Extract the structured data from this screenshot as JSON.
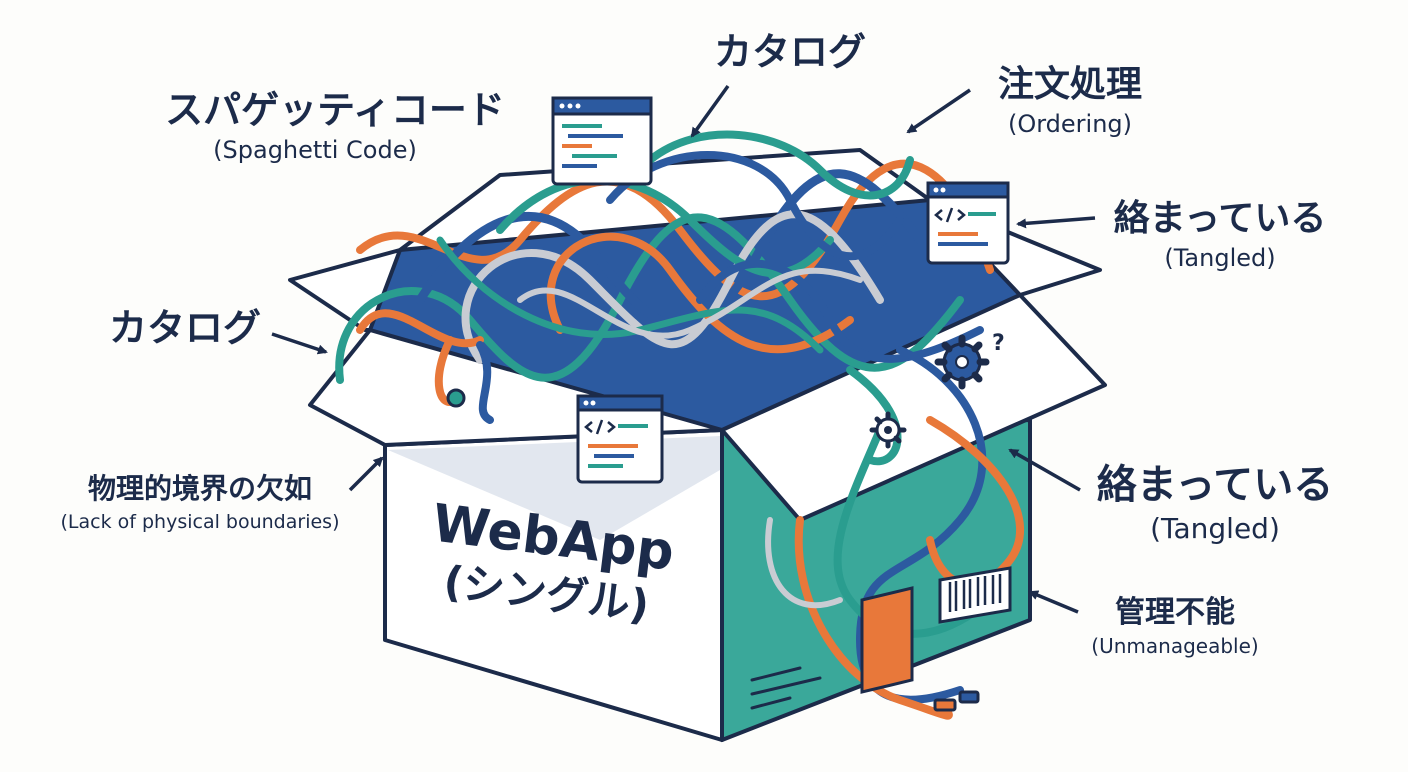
{
  "box": {
    "title": "WebApp",
    "subtitle": "(シングル)"
  },
  "labels": {
    "spaghetti": {
      "jp": "スパゲッティコード",
      "en": "(Spaghetti Code)"
    },
    "catalog_top": {
      "jp": "カタログ"
    },
    "ordering": {
      "jp": "注文処理",
      "en": "(Ordering)"
    },
    "tangled_upper": {
      "jp": "絡まっている",
      "en": "(Tangled)"
    },
    "catalog_left": {
      "jp": "カタログ"
    },
    "boundaries": {
      "jp": "物理的境界の欠如",
      "en": "(Lack of physical boundaries)"
    },
    "tangled_lower": {
      "jp": "絡まっている",
      "en": "(Tangled)"
    },
    "unmanageable": {
      "jp": "管理不能",
      "en": "(Unmanageable)"
    }
  },
  "icons": [
    "code-window-icon",
    "gear-icon",
    "question-mark-icon",
    "barcode-icon",
    "cable-plug-icon",
    "arrow-icon"
  ],
  "colors": {
    "navy": "#1c2b4a",
    "teal": "#2a9d8f",
    "orange": "#e8783a",
    "blue": "#2c5aa0",
    "grey": "#c9ccd3",
    "box_side": "#3aa89a"
  }
}
